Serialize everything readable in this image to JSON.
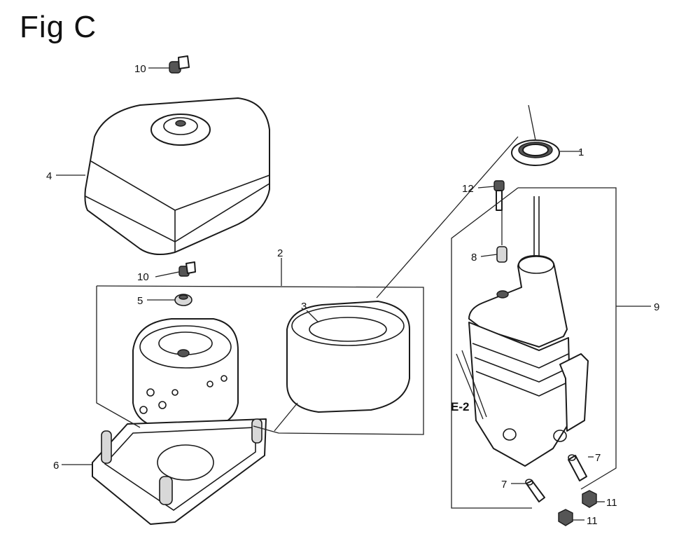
{
  "figure": {
    "title": "Fig C",
    "callouts": [
      "1",
      "2",
      "3",
      "4",
      "5",
      "6",
      "7",
      "7",
      "8",
      "9",
      "10",
      "10",
      "11",
      "11",
      "12"
    ],
    "reference_label": "E-2"
  }
}
